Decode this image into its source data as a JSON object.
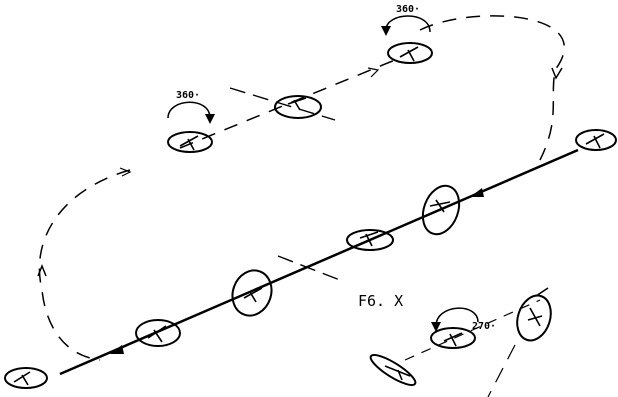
{
  "figure": {
    "label": "F6. X",
    "rotation_labels": {
      "top_right": "360·",
      "top_left": "360·",
      "inset": "270·"
    }
  },
  "colors": {
    "ink": "#000000",
    "background": "#ffffff"
  },
  "icons": [
    "aircraft-icon",
    "rotation-arrow-icon",
    "direction-arrow-icon"
  ]
}
